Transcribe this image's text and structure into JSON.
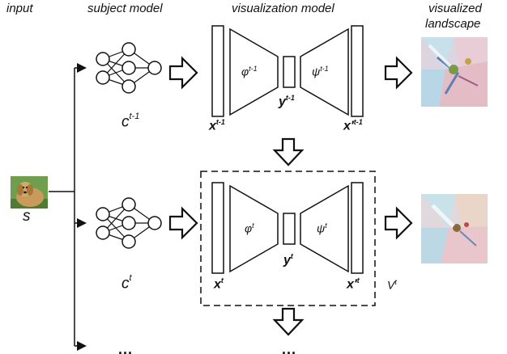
{
  "headers": {
    "input": "input",
    "subject_model": "subject model",
    "visualization_model": "visualization model",
    "visualized_line1": "visualized",
    "visualized_line2": "landscape"
  },
  "labels": {
    "input_symbol": "s",
    "c_top_base": "c",
    "c_top_sup": "t-1",
    "c_bottom_base": "c",
    "c_bottom_sup": "t",
    "ellipsis_left": "...",
    "ellipsis_right": "..."
  },
  "top_row": {
    "x_in_base": "x",
    "x_in_sup": "t-1",
    "phi_base": "φ",
    "phi_sup": "t-1",
    "psi_base": "ψ",
    "psi_sup": "t-1",
    "y_base": "y",
    "y_sup": "t-1",
    "x_out_base": "x'",
    "x_out_sup": "t-1"
  },
  "bottom_row": {
    "x_in_base": "x",
    "x_in_sup": "t",
    "phi_base": "φ",
    "phi_sup": "t",
    "psi_base": "ψ",
    "psi_sup": "t",
    "y_base": "y",
    "y_sup": "t",
    "x_out_base": "x'",
    "x_out_sup": "t",
    "v_base": "V",
    "v_sup": "t"
  },
  "colors": {
    "stroke": "#111111",
    "background": "#ffffff",
    "dog_fur": "#b98a4c",
    "grass": "#5a8a3a"
  },
  "icons": {
    "input_image": "dog-photo",
    "landscape_image": "abstract-landscape"
  }
}
